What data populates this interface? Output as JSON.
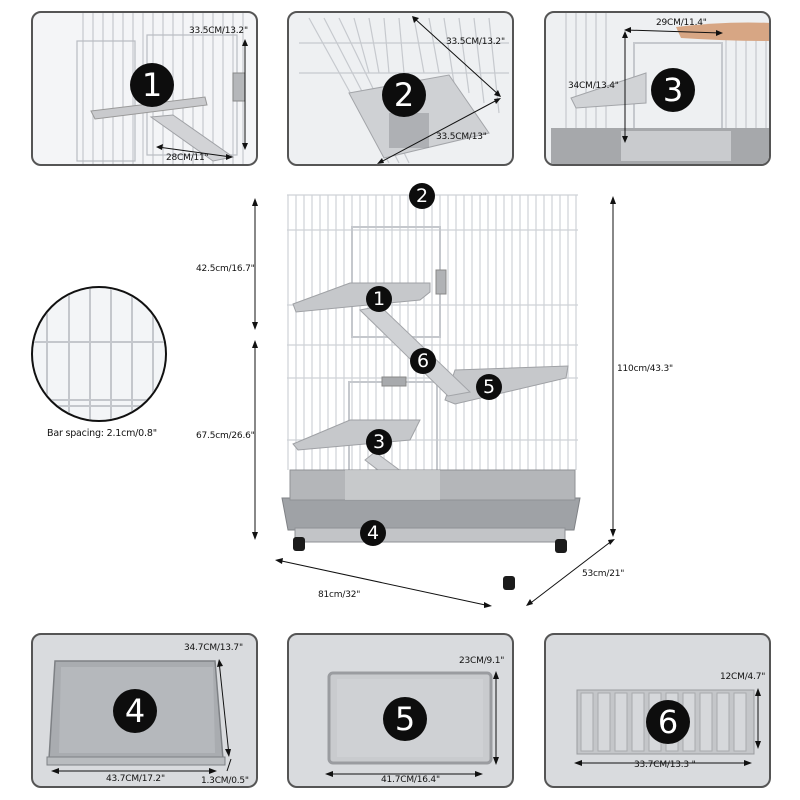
{
  "top_panels": [
    {
      "badge": "1",
      "dims": [
        "33.5CM/13.2\"",
        "28CM/11\""
      ]
    },
    {
      "badge": "2",
      "dims": [
        "33.5CM/13.2\"",
        "33.5CM/13\""
      ]
    },
    {
      "badge": "3",
      "dims": [
        "29CM/11.4\"",
        "34CM/13.4\""
      ]
    }
  ],
  "main": {
    "badges": [
      "2",
      "1",
      "6",
      "5",
      "3",
      "4"
    ],
    "dims": {
      "upper_height": "42.5cm/16.7\"",
      "lower_height": "67.5cm/26.6\"",
      "total_height": "110cm/43.3\"",
      "width": "81cm/32\"",
      "depth": "53cm/21\""
    }
  },
  "detail_circle": {
    "caption": "Bar spacing: 2.1cm/0.8\""
  },
  "bottom_panels": [
    {
      "badge": "4",
      "dims": [
        "34.7CM/13.7\"",
        "43.7CM/17.2\"",
        "1.3CM/0.5\""
      ]
    },
    {
      "badge": "5",
      "dims": [
        "23CM/9.1\"",
        "41.7CM/16.4\""
      ]
    },
    {
      "badge": "6",
      "dims": [
        "12CM/4.7\"",
        "33.7CM/13.3 \""
      ]
    }
  ],
  "colors": {
    "badge": "#0d0d0d",
    "tray": "#a7a9ad",
    "wire": "#d0d3d8",
    "panel_border": "#555555"
  }
}
